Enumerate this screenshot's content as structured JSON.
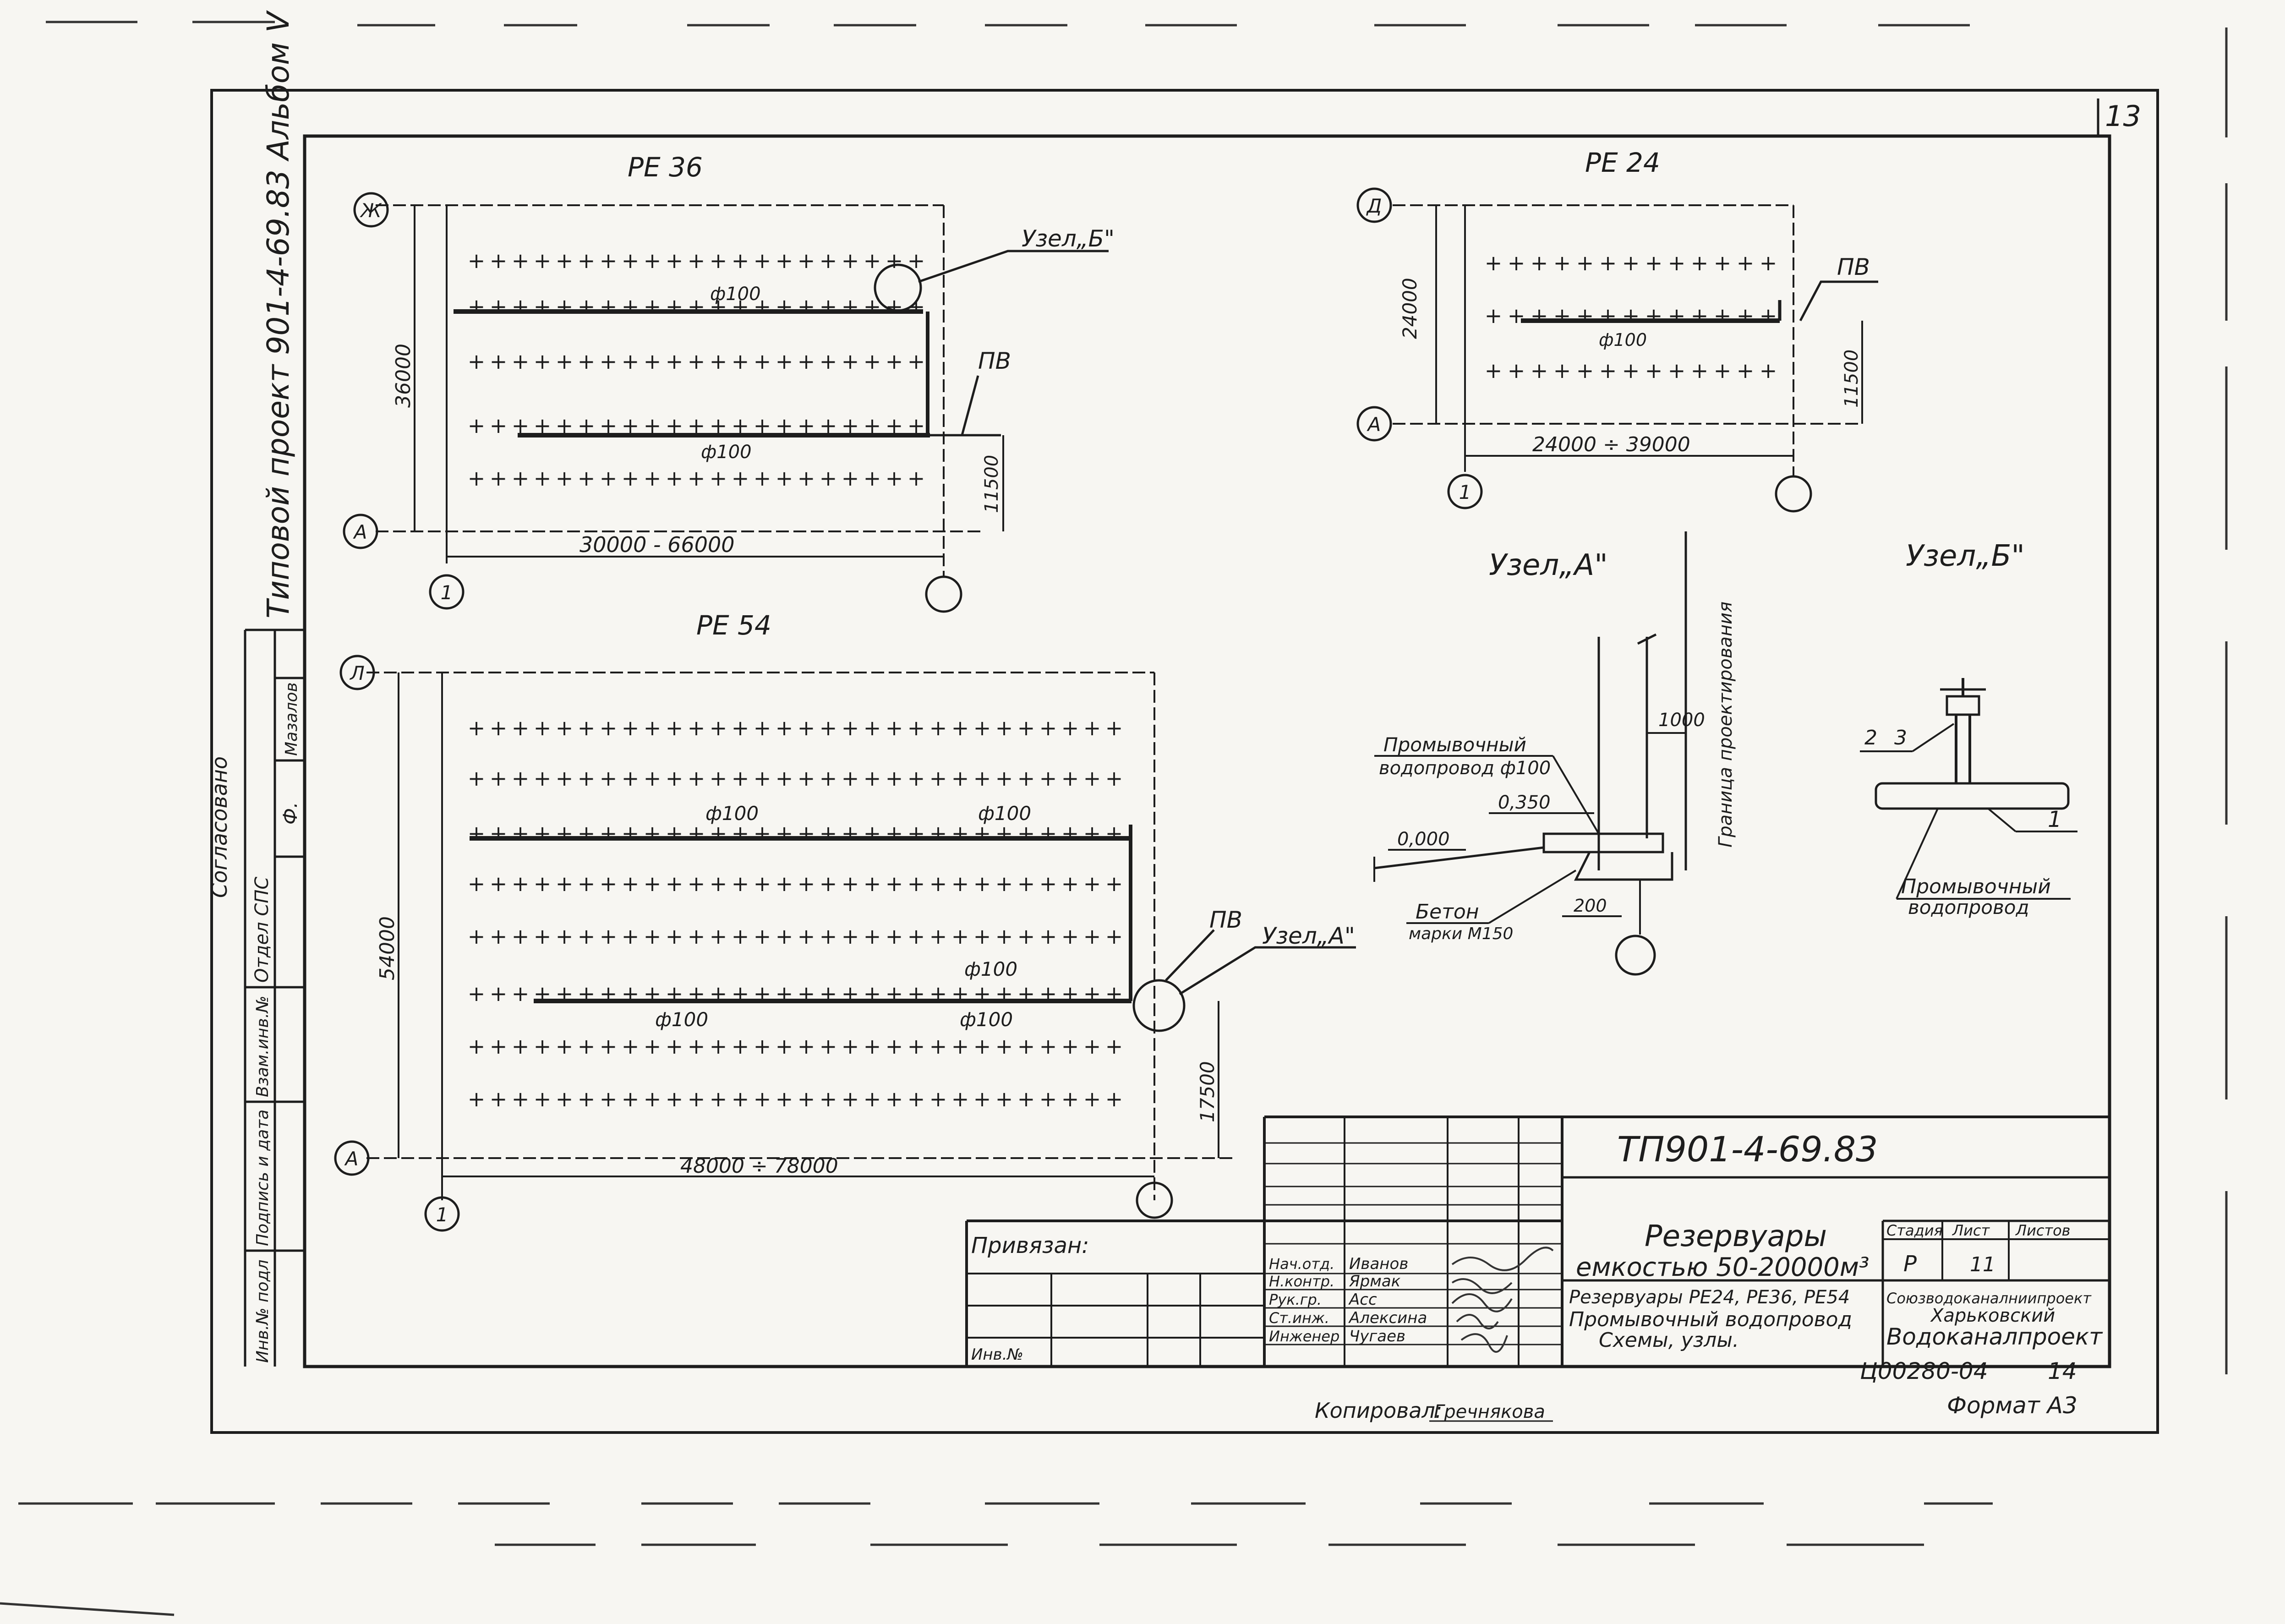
{
  "sheet_number": "13",
  "album_label": "Типовой проект 901-4-69.83 Альбом V",
  "margin": {
    "header": "Согласовано",
    "dept_col": "Отдел СПС",
    "mazalov": "Мазалов",
    "signature": "Ф.",
    "row_vzam": "Взам.инв.№",
    "row_podpis": "Подпись и дата",
    "row_inv": "Инв.№ подл"
  },
  "plans": {
    "pe36": {
      "title": "РЕ 36",
      "axis_top": "Ж",
      "axis_bottom": "А",
      "axis_left": "1",
      "dim_vertical": "36000",
      "dim_horizontal": "30000 - 66000",
      "dim_offset": "11500",
      "pipe1": "ф100",
      "pipe2": "ф100",
      "node_label": "Узел„Б\"",
      "pv_label": "ПВ"
    },
    "pe24": {
      "title": "РЕ 24",
      "axis_top": "Д",
      "axis_bottom": "А",
      "axis_left": "1",
      "dim_vertical": "24000",
      "dim_horizontal": "24000 ÷ 39000",
      "dim_offset": "11500",
      "pipe1": "ф100",
      "pv_label": "ПВ"
    },
    "pe54": {
      "title": "РЕ 54",
      "axis_top": "Л",
      "axis_bottom": "А",
      "axis_left": "1",
      "dim_vertical": "54000",
      "dim_horizontal": "48000 ÷ 78000",
      "dim_offset": "17500",
      "pipe_upper_1": "ф100",
      "pipe_upper_2": "ф100",
      "pipe_lower_top": "ф100",
      "pipe_lower_1": "ф100",
      "pipe_lower_2": "ф100",
      "node_label": "Узел„А\"",
      "pv_label": "ПВ"
    }
  },
  "node_a": {
    "title": "Узел„А\"",
    "boundary": "Граница проектирования",
    "pipe_label_1": "Промывочный",
    "pipe_label_2": "водопровод ф100",
    "dim_1000": "1000",
    "level_350": "0,350",
    "level_000": "0,000",
    "concrete_1": "Бетон",
    "concrete_2": "марки М150",
    "dim_200": "200"
  },
  "node_b": {
    "title": "Узел„Б\"",
    "callout_2": "2",
    "callout_3": "3",
    "callout_1": "1",
    "pipe_label_1": "Промывочный",
    "pipe_label_2": "водопровод"
  },
  "title_block": {
    "project_code": "ТП901-4-69.83",
    "privyazan": "Привязан:",
    "inv_no": "Инв.№",
    "roles": [
      "Нач.отд.",
      "Н.контр.",
      "Рук.гр.",
      "Ст.инж.",
      "Инженер"
    ],
    "names": [
      "Иванов",
      "Ярмак",
      "Асс",
      "Алексина",
      "Чугаев"
    ],
    "object_title_1": "Резервуары",
    "object_title_2": "емкостью 50-20000м³",
    "sheet_title_1": "Резервуары РЕ24, РЕ36, РЕ54",
    "sheet_title_2": "Промывочный водопровод",
    "sheet_title_3": "Схемы, узлы.",
    "stage_header": "Стадия",
    "sheet_header": "Лист",
    "sheets_header": "Листов",
    "stage_value": "Р",
    "sheet_value": "11",
    "org_1": "Союзводоканалниипроект",
    "org_2": "Харьковский",
    "org_3": "Водоканалпроект",
    "archive_no": "Ц00280-04",
    "archive_sheet": "14"
  },
  "footer": {
    "copied": "Копировал:",
    "copier": "Гречнякова",
    "format": "Формат А3"
  }
}
